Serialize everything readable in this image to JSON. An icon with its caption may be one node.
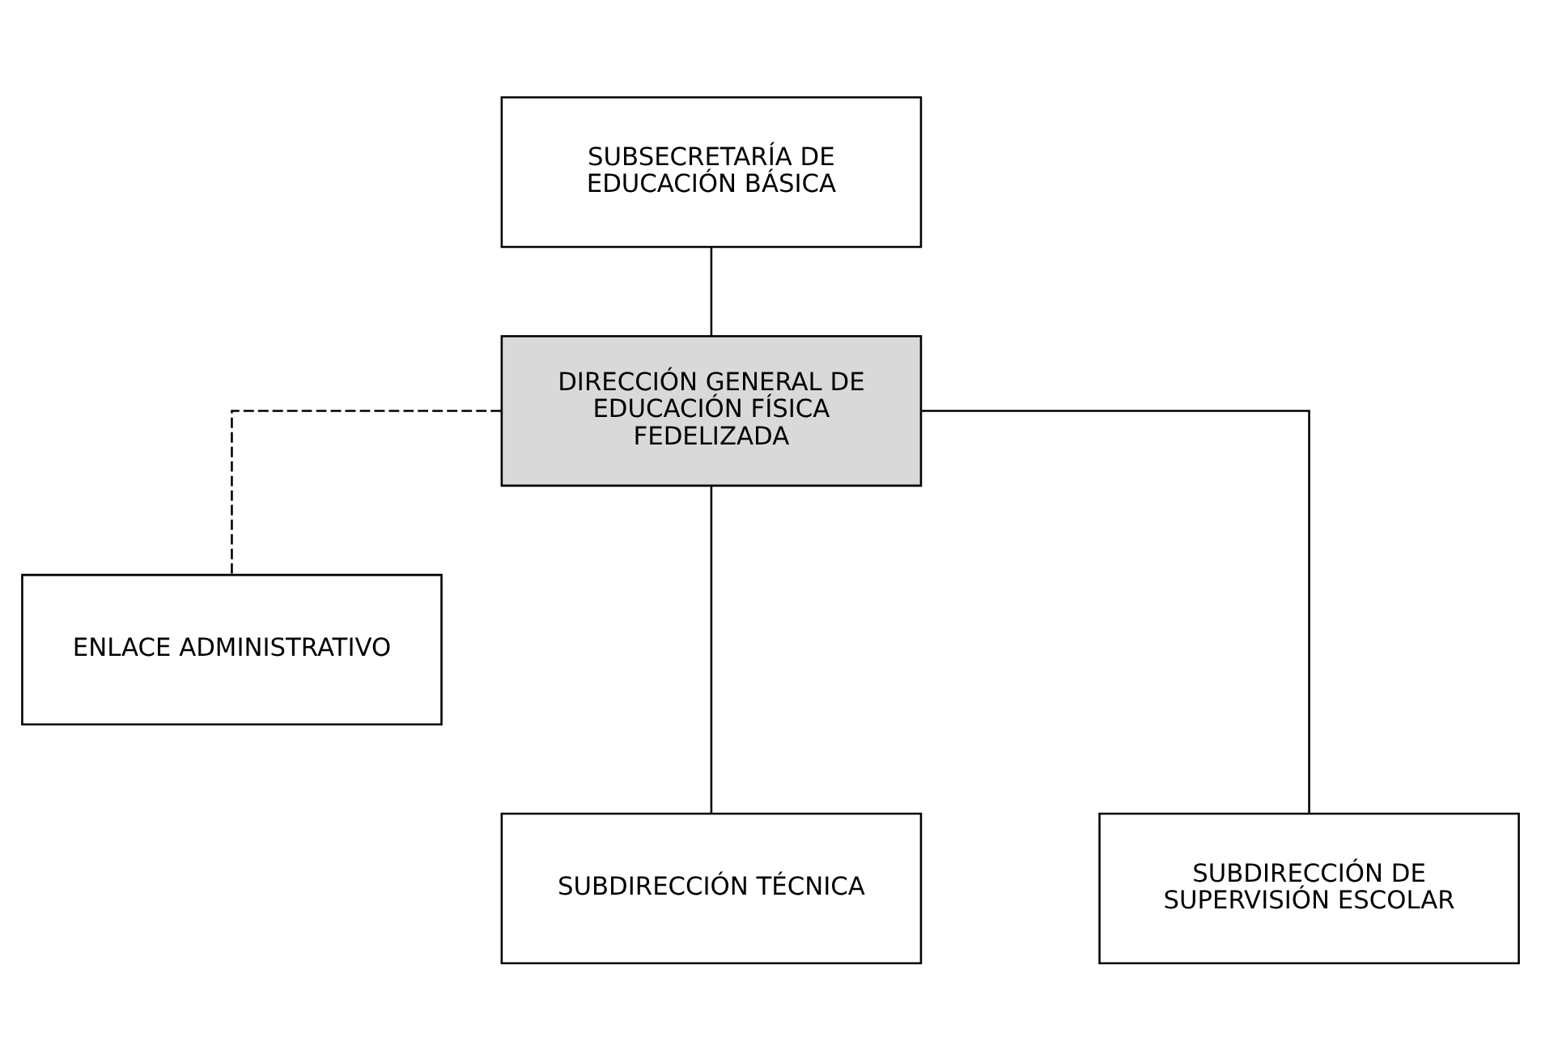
{
  "diagram": {
    "nodes": [
      {
        "text": [
          "SUBSECRETARÍA DE EDUCACIÓN BÁSICA"
        ]
      },
      {
        "text": [
          "DIRECCIÓN GENERAL DE EDUCACIÓN FÍSICA FEDELIZADA"
        ]
      },
      {
        "text": [
          "ENLACE ADMINISTRATIVO"
        ]
      },
      {
        "text": [
          "SUBDIRECCIÓN TÉCNICA"
        ]
      },
      {
        "text": [
          "SUBDIRECCIÓN DE SUPERVISIÓN ESCOLAR"
        ]
      }
    ],
    "edges": [
      {
        "from": 0,
        "to": 1,
        "arrow": "none"
      },
      {
        "from": 1,
        "to": 2,
        "arrow": "none",
        "style": "dashed"
      },
      {
        "from": 1,
        "to": 3,
        "arrow": "none"
      },
      {
        "from": 1,
        "to": 4,
        "arrow": "none"
      }
    ]
  }
}
